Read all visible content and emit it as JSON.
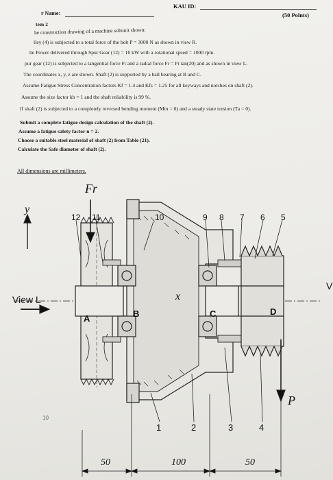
{
  "header": {
    "kau_id_label": "KAU ID:",
    "name_label": "r Name:",
    "points": "(50 Points)"
  },
  "problem": {
    "item": "tem 2",
    "lines": [
      "he construction drawing of a machine subunit shown:",
      "lley (4) is subjected to a total force of the belt P = 3000 N as shown in view R.",
      "he Power delivered through Spur Gear (12) = 10 kW with a rotational speed = 1000 rpm.",
      "pur gear (12) is subjected to a tangential force Ft and a radial force Fr = Ft tan(20) and as shown in view L.",
      "The coordinates x, y, z are shown. Shaft (2) is supported by a ball bearing at B and C.",
      "Assume Fatigue Stress Concentration factors Kf = 1.4 and Kfs = 1.25 for all keyways and notches on shaft (2).",
      "Assume the size factor kb = 1 and the shaft reliability is 99 %.",
      "If shaft (2) is subjected to a completely reversed bending moment (Mm = 0) and a steady state torsion (Ta = 0)."
    ],
    "tasks": [
      "Submit a complete fatigue design calculation of the shaft (2).",
      "Assume a fatigue safety factor n = 2.",
      "Choose a suitable steel material of shaft (2) from Table (21).",
      "Calculate the Safe diameter of shaft (2)."
    ],
    "note": "All dimensions are millimeters."
  },
  "drawing": {
    "force_fr": "Fr",
    "force_p": "P",
    "axis_y": "y",
    "axis_x": "x",
    "view_l": "View L",
    "view_r": "V",
    "part_numbers_top": [
      "12",
      "11",
      "10",
      "9",
      "8",
      "7",
      "6",
      "5"
    ],
    "part_numbers_bottom": [
      "1",
      "2",
      "3",
      "4"
    ],
    "sections": [
      "A",
      "B",
      "C",
      "D"
    ],
    "dimensions": [
      "50",
      "100",
      "50"
    ],
    "margin_mark": "10"
  }
}
